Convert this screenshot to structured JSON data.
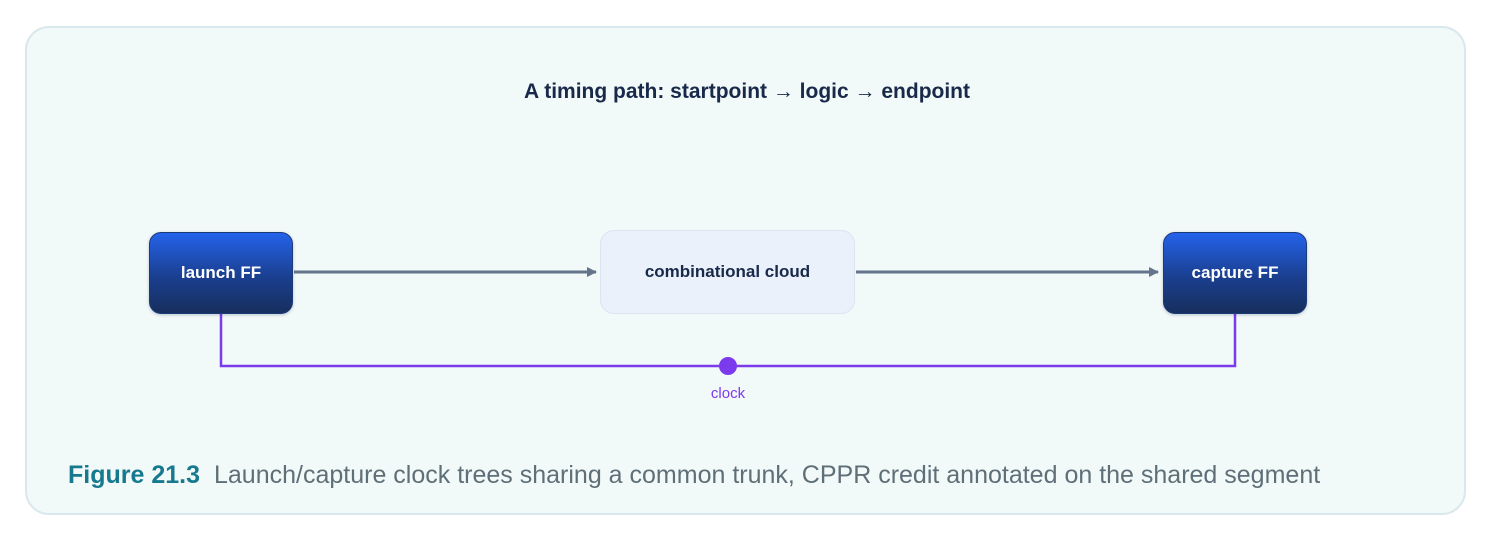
{
  "diagram": {
    "title": "A timing path: startpoint → logic → endpoint",
    "nodes": {
      "launch": "launch FF",
      "logic": "combinational cloud",
      "capture": "capture FF"
    },
    "clock_label": "clock",
    "colors": {
      "data_arrow": "#64748b",
      "clock_net": "#7c3aed",
      "flip_flop_top": "#2563eb",
      "flip_flop_bottom": "#172f5e",
      "cloud_fill": "#eaf1fb",
      "panel_fill": "#f2f9f9",
      "title_text": "#18294a"
    }
  },
  "caption": {
    "number": "Figure 21.3",
    "text": "Launch/capture clock trees sharing a common trunk, CPPR credit annotated on the shared segment"
  }
}
